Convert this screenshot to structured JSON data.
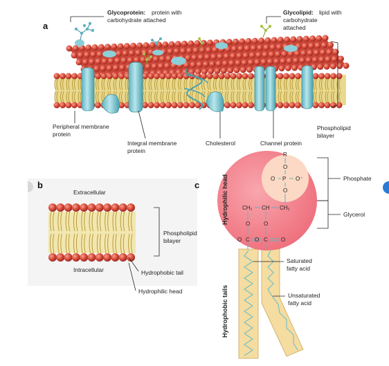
{
  "panels": {
    "a": "a",
    "b": "b",
    "c": "c"
  },
  "panel_a": {
    "glycoprotein_bold": "Glycoprotein:",
    "glycoprotein_line1": "protein with",
    "glycoprotein_line2": "carbohydrate attached",
    "glycolipid_bold": "Glycolipid:",
    "glycolipid_line1": "lipid with",
    "glycolipid_line2": "carbohydrate",
    "glycolipid_line3": "attached",
    "peripheral_line1": "Peripheral membrane",
    "peripheral_line2": "protein",
    "integral_line1": "Integral membrane",
    "integral_line2": "protein",
    "cholesterol": "Cholesterol",
    "channel": "Channel protein",
    "phospholipid_line1": "Phospholipid",
    "phospholipid_line2": "bilayer"
  },
  "panel_b": {
    "extracellular": "Extracellular",
    "intracellular": "Intracellular",
    "bilayer_line1": "Phospholipid",
    "bilayer_line2": "bilayer",
    "hydrophobic_tail": "Hydrophobic tail",
    "hydrophilic_head": "Hydrophilic head"
  },
  "panel_c": {
    "hydrophilic_head": "Hydrophilic head",
    "hydrophobic_tails": "Hydrophobic tails",
    "phosphate": "Phosphate",
    "glycerol": "Glycerol",
    "saturated_line1": "Saturated",
    "saturated_line2": "fatty acid",
    "unsaturated_line1": "Unsaturated",
    "unsaturated_line2": "fatty acid",
    "atom_R": "R",
    "atom_O": "O",
    "atom_P": "P",
    "atom_Ominus": "O⁻",
    "atom_CH2": "CH₂",
    "atom_CH": "CH",
    "atom_C": "C"
  },
  "colors": {
    "head_red": "#d94a3a",
    "tail_yellow": "#e8d98a",
    "protein_blue": "#8ccfd8",
    "glycerol_pink": "#f07b86",
    "phosphate_peach": "#fbd9c4",
    "fatty_tan": "#f5dca0"
  }
}
